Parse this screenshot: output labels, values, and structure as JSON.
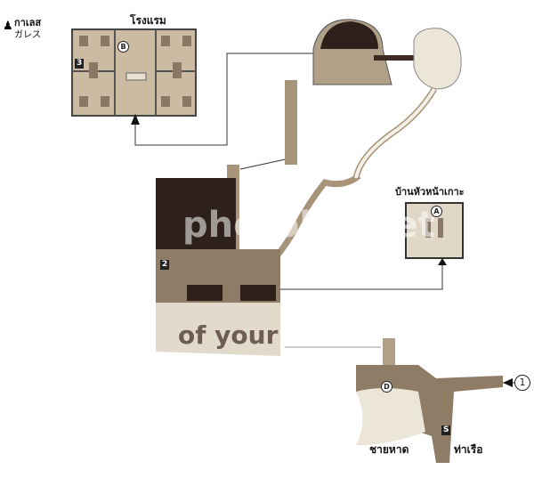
{
  "labels": {
    "character_thai": "กาเลส",
    "character_jp": "ガレス",
    "hotel": "โรงแรม",
    "chief_house": "บ้านหัวหน้าเกาะ",
    "beach": "ชายหาด",
    "pier": "ท่าเรือ"
  },
  "markers": {
    "hotel_3": "3",
    "hotel_b": "B",
    "town_2": "2",
    "chief_a": "A",
    "beach_d": "D",
    "pier_s": "S",
    "exit_1": "1"
  },
  "watermark": {
    "line1": "photobucket",
    "line2": "of your"
  },
  "colors": {
    "floor": "#c9b8a0",
    "dark": "#3a2a22",
    "path": "#a89478",
    "light": "#e6e0d2",
    "line": "#333333"
  }
}
